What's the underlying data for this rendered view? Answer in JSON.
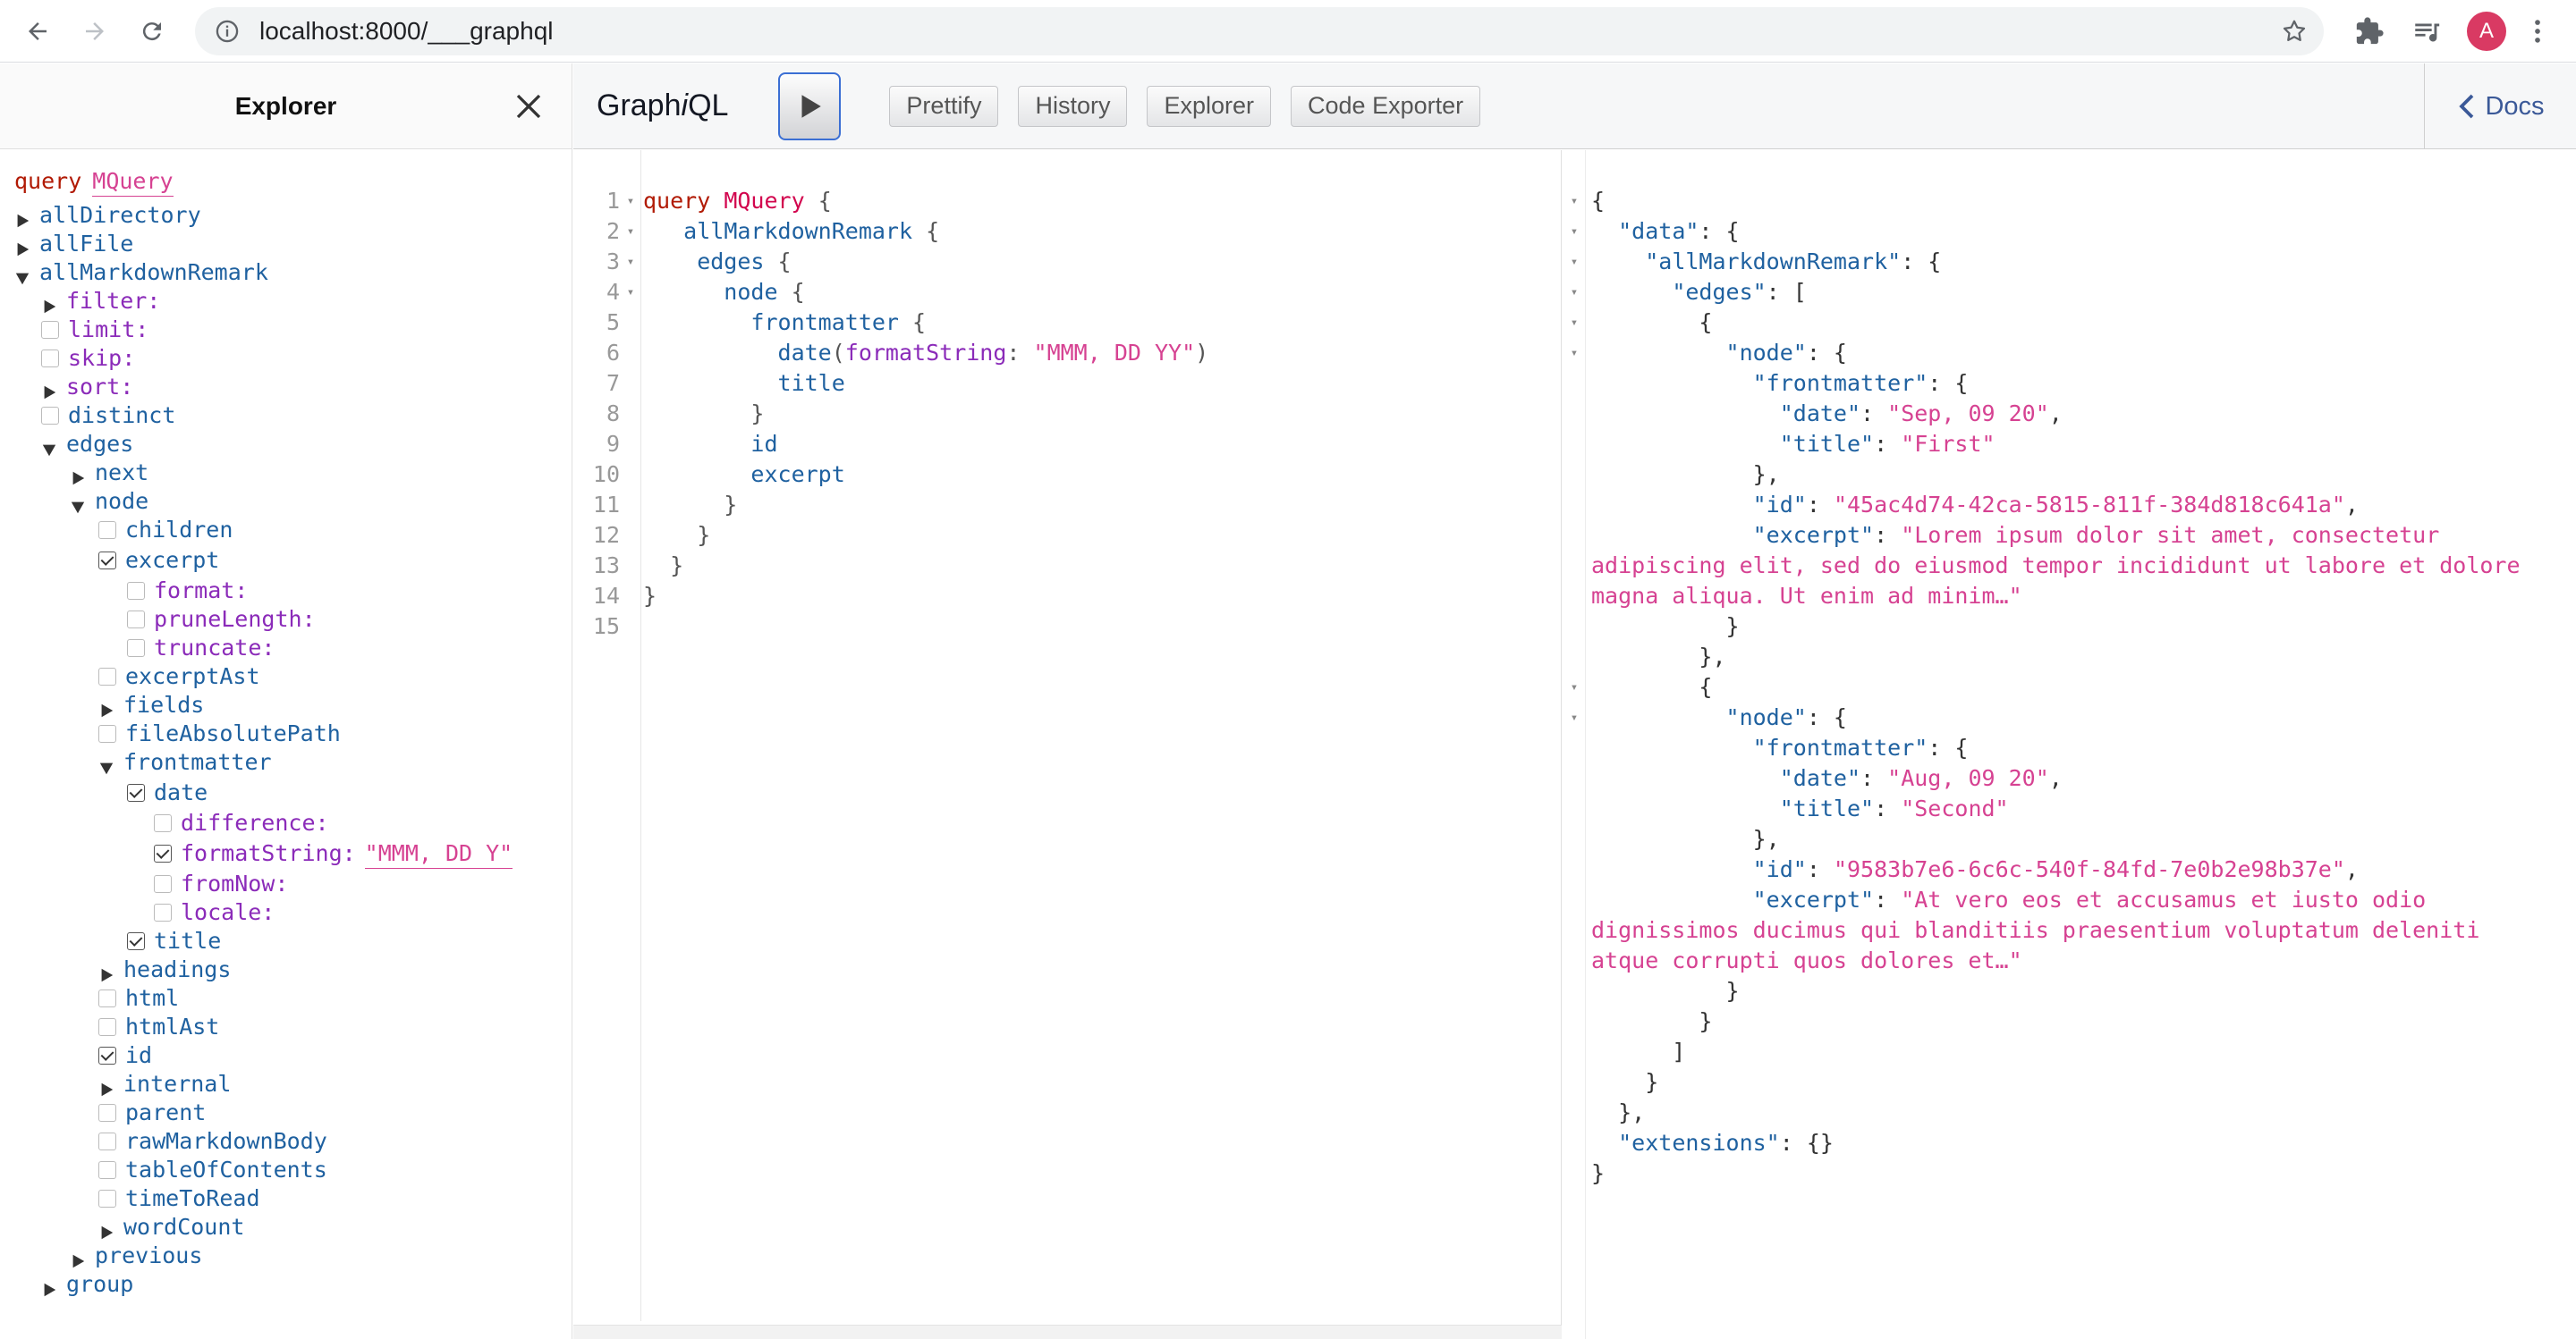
{
  "browser": {
    "url": "localhost:8000/___graphql",
    "avatar_letter": "A"
  },
  "explorer": {
    "title": "Explorer",
    "operation_keyword": "query",
    "operation_name": "MQuery",
    "tree": [
      {
        "label": "allDirectory",
        "kind": "field",
        "indent": 1,
        "control": "collapsed"
      },
      {
        "label": "allFile",
        "kind": "field",
        "indent": 1,
        "control": "collapsed"
      },
      {
        "label": "allMarkdownRemark",
        "kind": "field",
        "indent": 1,
        "control": "expanded"
      },
      {
        "label": "filter:",
        "kind": "arg",
        "indent": 2,
        "control": "collapsed"
      },
      {
        "label": "limit:",
        "kind": "arg",
        "indent": 2,
        "control": "unchecked"
      },
      {
        "label": "skip:",
        "kind": "arg",
        "indent": 2,
        "control": "unchecked"
      },
      {
        "label": "sort:",
        "kind": "arg",
        "indent": 2,
        "control": "collapsed"
      },
      {
        "label": "distinct",
        "kind": "field",
        "indent": 2,
        "control": "unchecked"
      },
      {
        "label": "edges",
        "kind": "field",
        "indent": 2,
        "control": "expanded"
      },
      {
        "label": "next",
        "kind": "field",
        "indent": 3,
        "control": "collapsed"
      },
      {
        "label": "node",
        "kind": "field",
        "indent": 3,
        "control": "expanded"
      },
      {
        "label": "children",
        "kind": "field",
        "indent": 4,
        "control": "unchecked"
      },
      {
        "label": "excerpt",
        "kind": "field",
        "indent": 4,
        "control": "checked"
      },
      {
        "label": "format:",
        "kind": "arg",
        "indent": 5,
        "control": "unchecked"
      },
      {
        "label": "pruneLength:",
        "kind": "arg",
        "indent": 5,
        "control": "unchecked"
      },
      {
        "label": "truncate:",
        "kind": "arg",
        "indent": 5,
        "control": "unchecked"
      },
      {
        "label": "excerptAst",
        "kind": "field",
        "indent": 4,
        "control": "unchecked"
      },
      {
        "label": "fields",
        "kind": "field",
        "indent": 4,
        "control": "collapsed"
      },
      {
        "label": "fileAbsolutePath",
        "kind": "field",
        "indent": 4,
        "control": "unchecked"
      },
      {
        "label": "frontmatter",
        "kind": "field",
        "indent": 4,
        "control": "expanded"
      },
      {
        "label": "date",
        "kind": "field",
        "indent": 5,
        "control": "checked"
      },
      {
        "label": "difference:",
        "kind": "arg",
        "indent": 6,
        "control": "unchecked"
      },
      {
        "label": "formatString:",
        "kind": "arg",
        "indent": 6,
        "control": "checked",
        "value": "\"MMM, DD Y\""
      },
      {
        "label": "fromNow:",
        "kind": "arg",
        "indent": 6,
        "control": "unchecked"
      },
      {
        "label": "locale:",
        "kind": "arg",
        "indent": 6,
        "control": "unchecked"
      },
      {
        "label": "title",
        "kind": "field",
        "indent": 5,
        "control": "checked"
      },
      {
        "label": "headings",
        "kind": "field",
        "indent": 4,
        "control": "collapsed"
      },
      {
        "label": "html",
        "kind": "field",
        "indent": 4,
        "control": "unchecked"
      },
      {
        "label": "htmlAst",
        "kind": "field",
        "indent": 4,
        "control": "unchecked"
      },
      {
        "label": "id",
        "kind": "field",
        "indent": 4,
        "control": "checked"
      },
      {
        "label": "internal",
        "kind": "field",
        "indent": 4,
        "control": "collapsed"
      },
      {
        "label": "parent",
        "kind": "field",
        "indent": 4,
        "control": "unchecked"
      },
      {
        "label": "rawMarkdownBody",
        "kind": "field",
        "indent": 4,
        "control": "unchecked"
      },
      {
        "label": "tableOfContents",
        "kind": "field",
        "indent": 4,
        "control": "unchecked"
      },
      {
        "label": "timeToRead",
        "kind": "field",
        "indent": 4,
        "control": "unchecked"
      },
      {
        "label": "wordCount",
        "kind": "field",
        "indent": 4,
        "control": "collapsed"
      },
      {
        "label": "previous",
        "kind": "field",
        "indent": 3,
        "control": "collapsed"
      },
      {
        "label": "group",
        "kind": "field",
        "indent": 2,
        "control": "collapsed"
      }
    ]
  },
  "toolbar": {
    "title_prefix": "Graph",
    "title_italic": "i",
    "title_suffix": "QL",
    "buttons": [
      "Prettify",
      "History",
      "Explorer",
      "Code Exporter"
    ],
    "docs_label": "Docs"
  },
  "editor": {
    "lines": [
      {
        "n": "1",
        "fold": true,
        "tokens": [
          [
            "kw",
            "query"
          ],
          [
            "",
            "",
            " "
          ],
          [
            "def",
            "MQuery"
          ],
          [
            "punc",
            " {"
          ]
        ]
      },
      {
        "n": "2",
        "fold": true,
        "tokens": [
          [
            "",
            "",
            " "
          ],
          [
            "prop",
            "  allMarkdownRemark"
          ],
          [
            "punc",
            " {"
          ]
        ]
      },
      {
        "n": "3",
        "fold": true,
        "tokens": [
          [
            "prop",
            "    edges"
          ],
          [
            "punc",
            " {"
          ]
        ]
      },
      {
        "n": "4",
        "fold": true,
        "tokens": [
          [
            "prop",
            "      node"
          ],
          [
            "punc",
            " {"
          ]
        ]
      },
      {
        "n": "5",
        "fold": false,
        "tokens": [
          [
            "prop",
            "        frontmatter"
          ],
          [
            "punc",
            " {"
          ]
        ]
      },
      {
        "n": "6",
        "fold": false,
        "tokens": [
          [
            "prop",
            "          date"
          ],
          [
            "punc",
            "("
          ],
          [
            "attr",
            "formatString"
          ],
          [
            "punc",
            ": "
          ],
          [
            "str",
            "\"MMM, DD YY\""
          ],
          [
            "punc",
            ")"
          ]
        ]
      },
      {
        "n": "7",
        "fold": false,
        "tokens": [
          [
            "prop",
            "          title"
          ]
        ]
      },
      {
        "n": "8",
        "fold": false,
        "tokens": [
          [
            "punc",
            "        }"
          ]
        ]
      },
      {
        "n": "9",
        "fold": false,
        "tokens": [
          [
            "prop",
            "        id"
          ]
        ]
      },
      {
        "n": "10",
        "fold": false,
        "tokens": [
          [
            "prop",
            "        excerpt"
          ]
        ]
      },
      {
        "n": "11",
        "fold": false,
        "tokens": [
          [
            "punc",
            "      }"
          ]
        ]
      },
      {
        "n": "12",
        "fold": false,
        "tokens": [
          [
            "punc",
            "    }"
          ]
        ]
      },
      {
        "n": "13",
        "fold": false,
        "tokens": [
          [
            "punc",
            "  }"
          ]
        ]
      },
      {
        "n": "14",
        "fold": false,
        "tokens": [
          [
            "punc",
            "}"
          ]
        ]
      },
      {
        "n": "15",
        "fold": false,
        "tokens": []
      }
    ]
  },
  "result": {
    "lines": [
      {
        "fold": true,
        "tokens": [
          [
            "p",
            "{"
          ]
        ]
      },
      {
        "fold": true,
        "tokens": [
          [
            "p",
            "  "
          ],
          [
            "key",
            "\"data\""
          ],
          [
            "p",
            ": {"
          ]
        ]
      },
      {
        "fold": true,
        "tokens": [
          [
            "p",
            "    "
          ],
          [
            "key",
            "\"allMarkdownRemark\""
          ],
          [
            "p",
            ": {"
          ]
        ]
      },
      {
        "fold": true,
        "tokens": [
          [
            "p",
            "      "
          ],
          [
            "key",
            "\"edges\""
          ],
          [
            "p",
            ": ["
          ]
        ]
      },
      {
        "fold": true,
        "tokens": [
          [
            "p",
            "        {"
          ]
        ]
      },
      {
        "fold": true,
        "tokens": [
          [
            "p",
            "          "
          ],
          [
            "key",
            "\"node\""
          ],
          [
            "p",
            ": {"
          ]
        ]
      },
      {
        "fold": false,
        "tokens": [
          [
            "p",
            "            "
          ],
          [
            "key",
            "\"frontmatter\""
          ],
          [
            "p",
            ": {"
          ]
        ]
      },
      {
        "fold": false,
        "tokens": [
          [
            "p",
            "              "
          ],
          [
            "key",
            "\"date\""
          ],
          [
            "p",
            ": "
          ],
          [
            "str",
            "\"Sep, 09 20\""
          ],
          [
            "p",
            ","
          ]
        ]
      },
      {
        "fold": false,
        "tokens": [
          [
            "p",
            "              "
          ],
          [
            "key",
            "\"title\""
          ],
          [
            "p",
            ": "
          ],
          [
            "str",
            "\"First\""
          ]
        ]
      },
      {
        "fold": false,
        "tokens": [
          [
            "p",
            "            },"
          ]
        ]
      },
      {
        "fold": false,
        "tokens": [
          [
            "p",
            "            "
          ],
          [
            "key",
            "\"id\""
          ],
          [
            "p",
            ": "
          ],
          [
            "str",
            "\"45ac4d74-42ca-5815-811f-384d818c641a\""
          ],
          [
            "p",
            ","
          ]
        ]
      },
      {
        "fold": false,
        "tokens": [
          [
            "p",
            "            "
          ],
          [
            "key",
            "\"excerpt\""
          ],
          [
            "p",
            ": "
          ],
          [
            "str",
            "\"Lorem ipsum dolor sit amet, consectetur"
          ]
        ]
      },
      {
        "fold": false,
        "tokens": [
          [
            "str",
            "adipiscing elit, sed do eiusmod tempor incididunt ut labore et dolore"
          ]
        ]
      },
      {
        "fold": false,
        "tokens": [
          [
            "str",
            "magna aliqua. Ut enim ad minim…\""
          ]
        ]
      },
      {
        "fold": false,
        "tokens": [
          [
            "p",
            "          }"
          ]
        ]
      },
      {
        "fold": false,
        "tokens": [
          [
            "p",
            "        },"
          ]
        ]
      },
      {
        "fold": true,
        "tokens": [
          [
            "p",
            "        {"
          ]
        ]
      },
      {
        "fold": true,
        "tokens": [
          [
            "p",
            "          "
          ],
          [
            "key",
            "\"node\""
          ],
          [
            "p",
            ": {"
          ]
        ]
      },
      {
        "fold": false,
        "tokens": [
          [
            "p",
            "            "
          ],
          [
            "key",
            "\"frontmatter\""
          ],
          [
            "p",
            ": {"
          ]
        ]
      },
      {
        "fold": false,
        "tokens": [
          [
            "p",
            "              "
          ],
          [
            "key",
            "\"date\""
          ],
          [
            "p",
            ": "
          ],
          [
            "str",
            "\"Aug, 09 20\""
          ],
          [
            "p",
            ","
          ]
        ]
      },
      {
        "fold": false,
        "tokens": [
          [
            "p",
            "              "
          ],
          [
            "key",
            "\"title\""
          ],
          [
            "p",
            ": "
          ],
          [
            "str",
            "\"Second\""
          ]
        ]
      },
      {
        "fold": false,
        "tokens": [
          [
            "p",
            "            },"
          ]
        ]
      },
      {
        "fold": false,
        "tokens": [
          [
            "p",
            "            "
          ],
          [
            "key",
            "\"id\""
          ],
          [
            "p",
            ": "
          ],
          [
            "str",
            "\"9583b7e6-6c6c-540f-84fd-7e0b2e98b37e\""
          ],
          [
            "p",
            ","
          ]
        ]
      },
      {
        "fold": false,
        "tokens": [
          [
            "p",
            "            "
          ],
          [
            "key",
            "\"excerpt\""
          ],
          [
            "p",
            ": "
          ],
          [
            "str",
            "\"At vero eos et accusamus et iusto odio"
          ]
        ]
      },
      {
        "fold": false,
        "tokens": [
          [
            "str",
            "dignissimos ducimus qui blanditiis praesentium voluptatum deleniti"
          ]
        ]
      },
      {
        "fold": false,
        "tokens": [
          [
            "str",
            "atque corrupti quos dolores et…\""
          ]
        ]
      },
      {
        "fold": false,
        "tokens": [
          [
            "p",
            "          }"
          ]
        ]
      },
      {
        "fold": false,
        "tokens": [
          [
            "p",
            "        }"
          ]
        ]
      },
      {
        "fold": false,
        "tokens": [
          [
            "p",
            "      ]"
          ]
        ]
      },
      {
        "fold": false,
        "tokens": [
          [
            "p",
            "    }"
          ]
        ]
      },
      {
        "fold": false,
        "tokens": [
          [
            "p",
            "  },"
          ]
        ]
      },
      {
        "fold": false,
        "tokens": [
          [
            "p",
            "  "
          ],
          [
            "key",
            "\"extensions\""
          ],
          [
            "p",
            ": {}"
          ]
        ]
      },
      {
        "fold": false,
        "tokens": [
          [
            "p",
            "}"
          ]
        ]
      }
    ]
  }
}
